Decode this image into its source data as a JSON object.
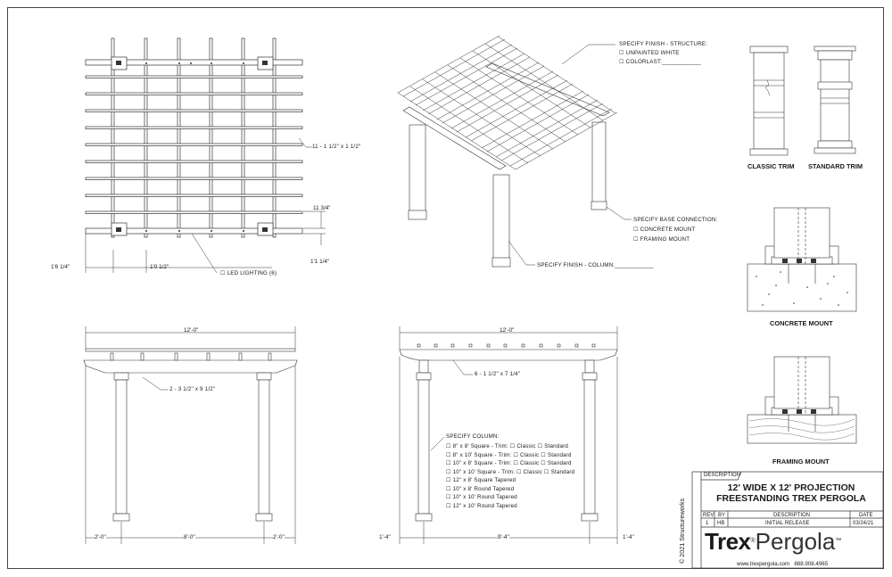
{
  "plan": {
    "purlins_label": "11 - 1 1/2\" x 1 1/2\"",
    "dim_top": "11 3/4\"",
    "dim_side": "1'1 1/4\"",
    "dim_left": "1'6 1/4\"",
    "dim_mid": "1'0 1/2\"",
    "led_label": "☐ LED LIGHTING (6)"
  },
  "iso": {
    "finish_structure": "SPECIFY FINISH - STRUCTURE:",
    "unpainted_white": "☐ UNPAINTED WHITE",
    "colorlast": "☐ COLORLAST:____________",
    "base_connection": "SPECIFY BASE CONNECTION:",
    "concrete_mount_opt": "☐ CONCRETE MOUNT",
    "framing_mount_opt": "☐ FRAMING MOUNT",
    "finish_column": "SPECIFY FINISH - COLUMN:____________"
  },
  "front": {
    "overall": "12'-0\"",
    "beam_label": "2 - 3 1/2\" x 9 1/2\"",
    "dim_left": "2'-0\"",
    "dim_mid": "8'-0\"",
    "dim_right": "2'-0\""
  },
  "side": {
    "overall": "12'-0\"",
    "rafter_label": "6 - 1 1/2\" x 7 1/4\"",
    "dim_left": "1'-4\"",
    "dim_mid": "9'-4\"",
    "dim_right": "1'-4\"",
    "column_title": "SPECIFY COLUMN:",
    "column_options": [
      "☐ 8\" x 8' Square - Trim: ☐ Classic ☐ Standard",
      "☐ 8\" x 10' Square - Trim: ☐ Classic ☐ Standard",
      "☐ 10\" x 8' Square - Trim: ☐ Classic ☐ Standard",
      "☐ 10\" x 10' Square - Trim: ☐ Classic ☐ Standard",
      "☐ 12\" x 8' Square Tapered",
      "☐ 10\" x 8' Round Tapered",
      "☐ 10\" x 10' Round Tapered",
      "☐ 12\" x 10' Round Tapered"
    ]
  },
  "details": {
    "classic_trim": "CLASSIC TRIM",
    "standard_trim": "STANDARD TRIM",
    "concrete_mount": "CONCRETE MOUNT",
    "framing_mount": "FRAMING MOUNT"
  },
  "title_block": {
    "description_tab": "DESCRIPTION",
    "title_line1": "12' WIDE X 12' PROJECTION",
    "title_line2": "FREESTANDING TREX PERGOLA",
    "headers": [
      "REV",
      "BY",
      "DESCRIPTION",
      "DATE"
    ],
    "row": [
      "1",
      "HB",
      "INITIAL RELEASE",
      "03/24/21"
    ],
    "copyright": "© 2021 Structureworks",
    "brand_bold": "Trex",
    "brand_reg": "®",
    "brand_thin": "Pergola",
    "brand_tm": "™",
    "website": "www.trexpergola.com",
    "phone": "888.908.4965"
  }
}
